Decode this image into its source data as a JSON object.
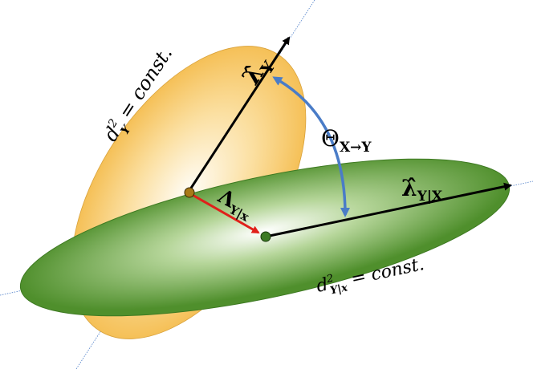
{
  "labels": {
    "lambda_y_hat": "λ̂",
    "lambda_y_sub": "Y",
    "d2y_prefix": "d",
    "d2y_sup": "2",
    "d2y_sub": "Y",
    "d2y_rest": " = const.",
    "theta_main": "Θ",
    "theta_sub": "X→Y",
    "cap_lambda_main": "Λ",
    "cap_lambda_sub": "Y|x",
    "lambda_yx_main": "λ̂",
    "lambda_yx_sub": "Y|X",
    "d2yx_prefix": "d",
    "d2yx_sup": "2",
    "d2yx_sub": "Y|x",
    "d2yx_rest": " = const."
  },
  "colors": {
    "yellow_fill": "#f7c568",
    "green_fill": "#5a9a35",
    "blue_arc": "#4a7cc7",
    "red_vector": "#e0201a",
    "axis_line": "#4a7cc7",
    "center_yellow": "#a87a18",
    "center_green": "#3d7a25"
  }
}
